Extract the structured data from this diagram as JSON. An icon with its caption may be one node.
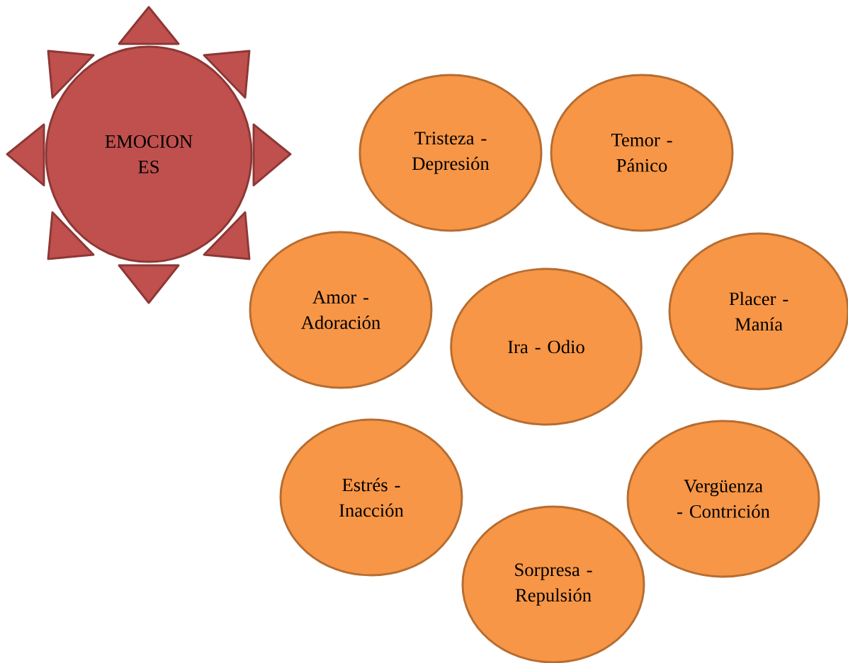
{
  "diagram": {
    "nodes": [
      {
        "text": [
          "EMOCION ES"
        ]
      },
      {
        "text": [
          "Tristeza - Depresión"
        ]
      },
      {
        "text": [
          "Temor - Pánico"
        ]
      },
      {
        "text": [
          "Amor - Adoración"
        ]
      },
      {
        "text": [
          "Ira - Odio"
        ]
      },
      {
        "text": [
          "Placer - Manía"
        ]
      },
      {
        "text": [
          "Estrés - Inacción"
        ]
      },
      {
        "text": [
          "Vergüenza - Contrición"
        ]
      },
      {
        "text": [
          "Sorpresa - Repulsión"
        ]
      }
    ]
  }
}
